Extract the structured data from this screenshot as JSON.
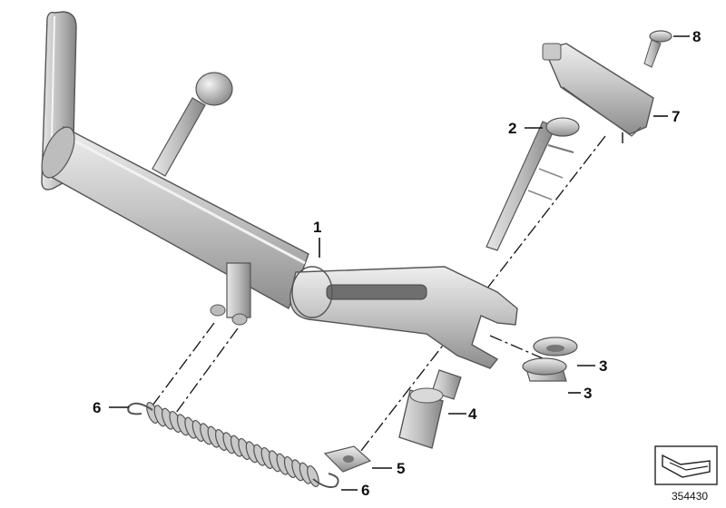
{
  "diagram": {
    "callouts": [
      {
        "id": "c1",
        "label": "1"
      },
      {
        "id": "c2",
        "label": "2"
      },
      {
        "id": "c3a",
        "label": "3"
      },
      {
        "id": "c3b",
        "label": "3"
      },
      {
        "id": "c4",
        "label": "4"
      },
      {
        "id": "c5",
        "label": "5"
      },
      {
        "id": "c6a",
        "label": "6"
      },
      {
        "id": "c6b",
        "label": "6"
      },
      {
        "id": "c7",
        "label": "7"
      },
      {
        "id": "c8",
        "label": "8"
      }
    ],
    "reference_number": "354430"
  }
}
